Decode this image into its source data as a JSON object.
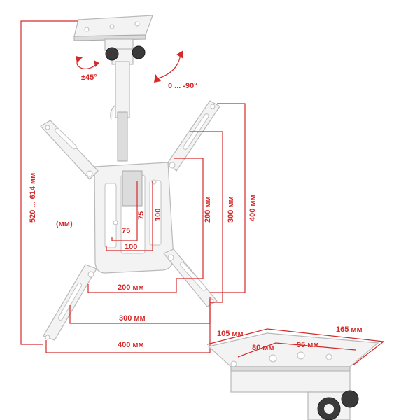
{
  "labels": {
    "rotation": "±45°",
    "tilt": "0 ... -90°",
    "height_range": "520 ... 614 мм",
    "units": "(мм)",
    "inner_75_h": "75",
    "inner_75_v": "75",
    "inner_100_h": "100",
    "inner_100_v": "100",
    "vesa_200_h": "200 мм",
    "vesa_300_h": "300 мм",
    "vesa_400_h": "400 мм",
    "vesa_200_v": "200 мм",
    "vesa_300_v": "300 мм",
    "vesa_400_v": "400 мм",
    "plate_105": "105 мм",
    "plate_165": "165 мм",
    "plate_80": "80 мм",
    "plate_95": "95 мм"
  },
  "colors": {
    "dimension_red": "#d42a2a",
    "metal_white": "#f3f3f3",
    "knob_black": "#3a3a3a"
  }
}
